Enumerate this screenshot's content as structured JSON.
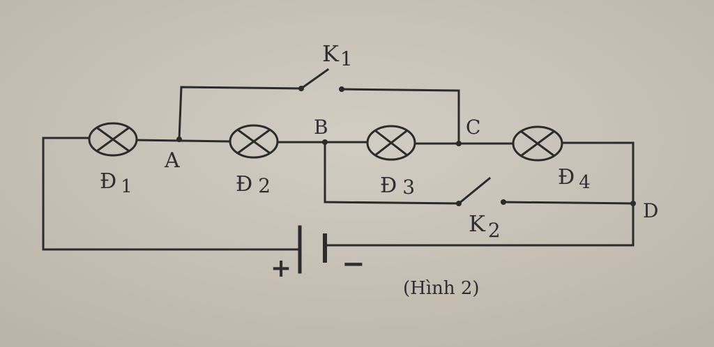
{
  "nodes": {
    "a": "A",
    "b": "B",
    "c": "C",
    "d": "D"
  },
  "lamps": [
    {
      "name": "Đ",
      "sub": "1"
    },
    {
      "name": "Đ",
      "sub": "2"
    },
    {
      "name": "Đ",
      "sub": "3"
    },
    {
      "name": "Đ",
      "sub": "4"
    }
  ],
  "switches": [
    {
      "name": "K",
      "sub": "1"
    },
    {
      "name": "K",
      "sub": "2"
    }
  ],
  "battery": {
    "plus": "+",
    "minus": "−"
  },
  "caption": "(Hình 2)",
  "colors": {
    "paper": "#c9c3b8",
    "ink": "#2b2a2c"
  }
}
